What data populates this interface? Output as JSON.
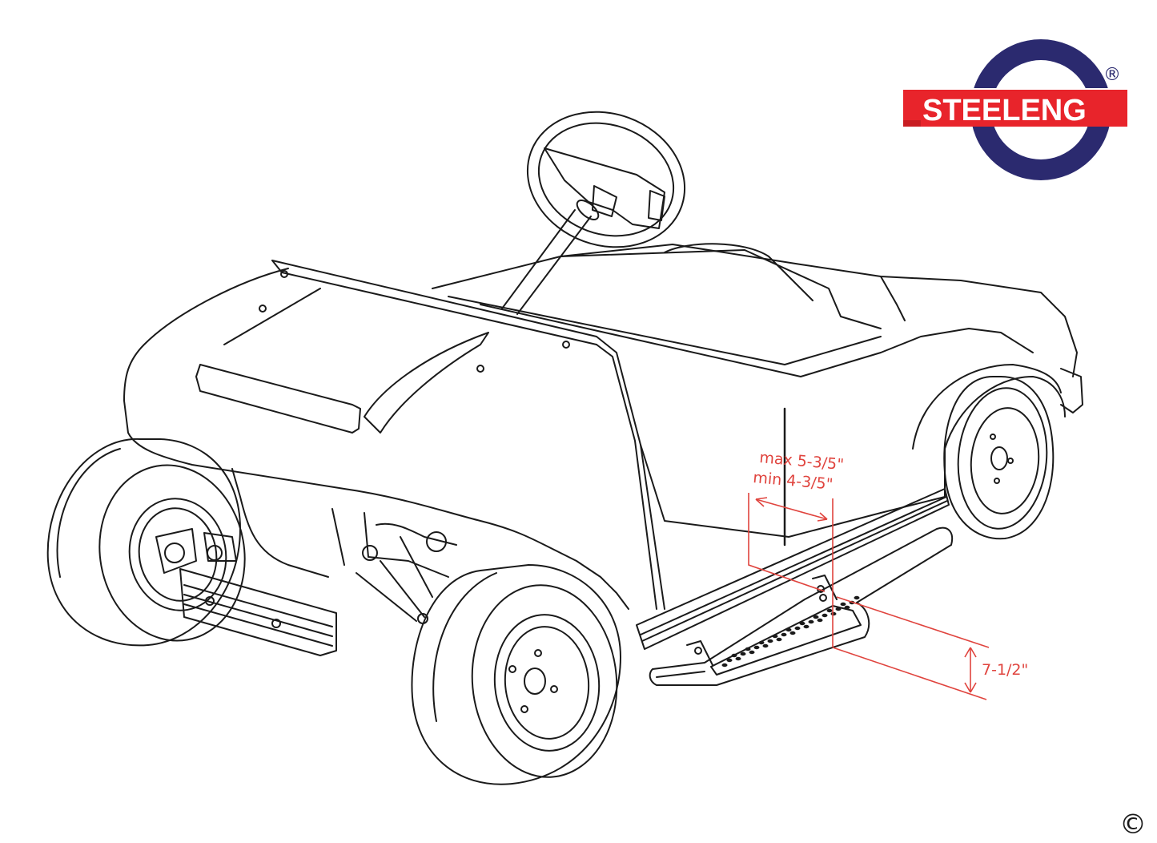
{
  "logo": {
    "text": "STEELENG",
    "registered_mark": "®",
    "colors": {
      "circle": "#2b2a6f",
      "band": "#e8242b",
      "text": "#ffffff"
    }
  },
  "dimensions": {
    "max_label": "max 5-3/5\"",
    "min_label": "min 4-3/5\"",
    "height_label": "7-1/2\"",
    "color": "#e0443e"
  },
  "copyright": "©",
  "line_color": "#1a1a1a"
}
